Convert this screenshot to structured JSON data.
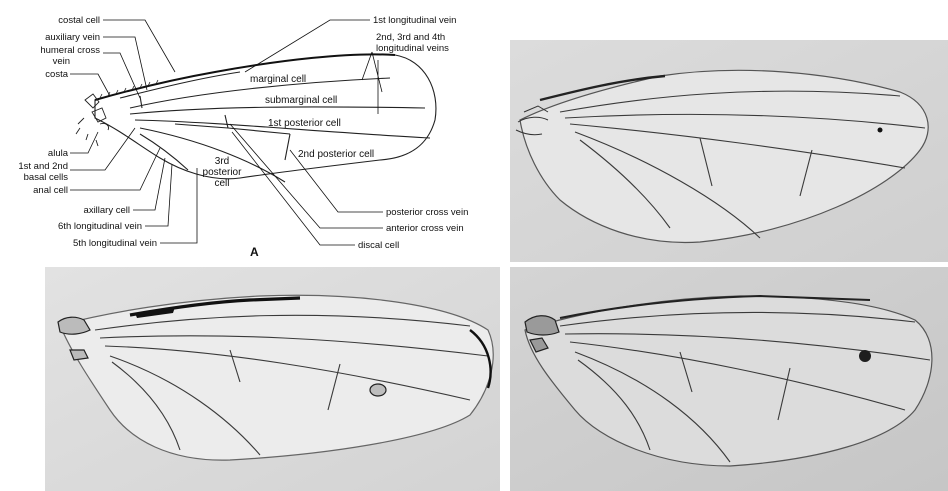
{
  "panel_a": {
    "letter": "A",
    "labels": {
      "costal_cell": "costal cell",
      "auxiliary_vein": "auxiliary vein",
      "humeral_cross_vein_1": "humeral cross",
      "humeral_cross_vein_2": "vein",
      "costa": "costa",
      "alula": "alula",
      "basal_cells_1": "1st and 2nd",
      "basal_cells_2": "basal cells",
      "anal_cell": "anal cell",
      "axillary_cell": "axillary cell",
      "sixth_vein": "6th longitudinal vein",
      "fifth_vein": "5th longitudinal vein",
      "first_vein": "1st longitudinal vein",
      "veins_234_1": "2nd, 3rd and 4th",
      "veins_234_2": "longitudinal veins",
      "marginal_cell": "marginal cell",
      "submarginal_cell": "submarginal cell",
      "first_posterior_cell": "1st posterior cell",
      "second_posterior_cell": "2nd posterior cell",
      "third_posterior_1": "3rd",
      "third_posterior_2": "posterior",
      "third_posterior_3": "cell",
      "posterior_cross_vein": "posterior cross vein",
      "anterior_cross_vein": "anterior cross vein",
      "discal_cell": "discal cell"
    }
  },
  "colors": {
    "photo_background": "#d6d6d6",
    "wing_membrane": "#e4e4e4",
    "vein": "#2a2a2a"
  }
}
